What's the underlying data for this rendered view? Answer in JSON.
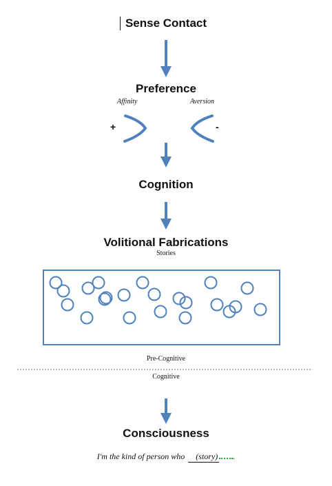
{
  "headings": {
    "sense_contact": "Sense Contact",
    "preference": "Preference",
    "cognition": "Cognition",
    "volitional_fabrications": "Volitional Fabrications",
    "consciousness": "Consciousness"
  },
  "preference": {
    "affinity_label": "Affinity",
    "aversion_label": "Aversion",
    "plus_sign": "+",
    "minus_sign": "-"
  },
  "stories_label": "Stories",
  "divider": {
    "above_label": "Pre-Cognitive",
    "below_label": "Cognitive"
  },
  "tagline": {
    "prefix": "I'm the kind of person who",
    "blank": "(story)",
    "suffix": "."
  },
  "colors": {
    "arrow": "#4f81bd",
    "circle_stroke": "#4f81bd",
    "box_stroke": "#4f81bd",
    "grammar_squiggle": "#2f9e3f"
  },
  "icons": {
    "flow_arrow": "down-arrow-icon",
    "affinity_chevron": "right-chevron-icon",
    "aversion_chevron": "left-chevron-icon",
    "story_bubble": "circle-icon"
  }
}
